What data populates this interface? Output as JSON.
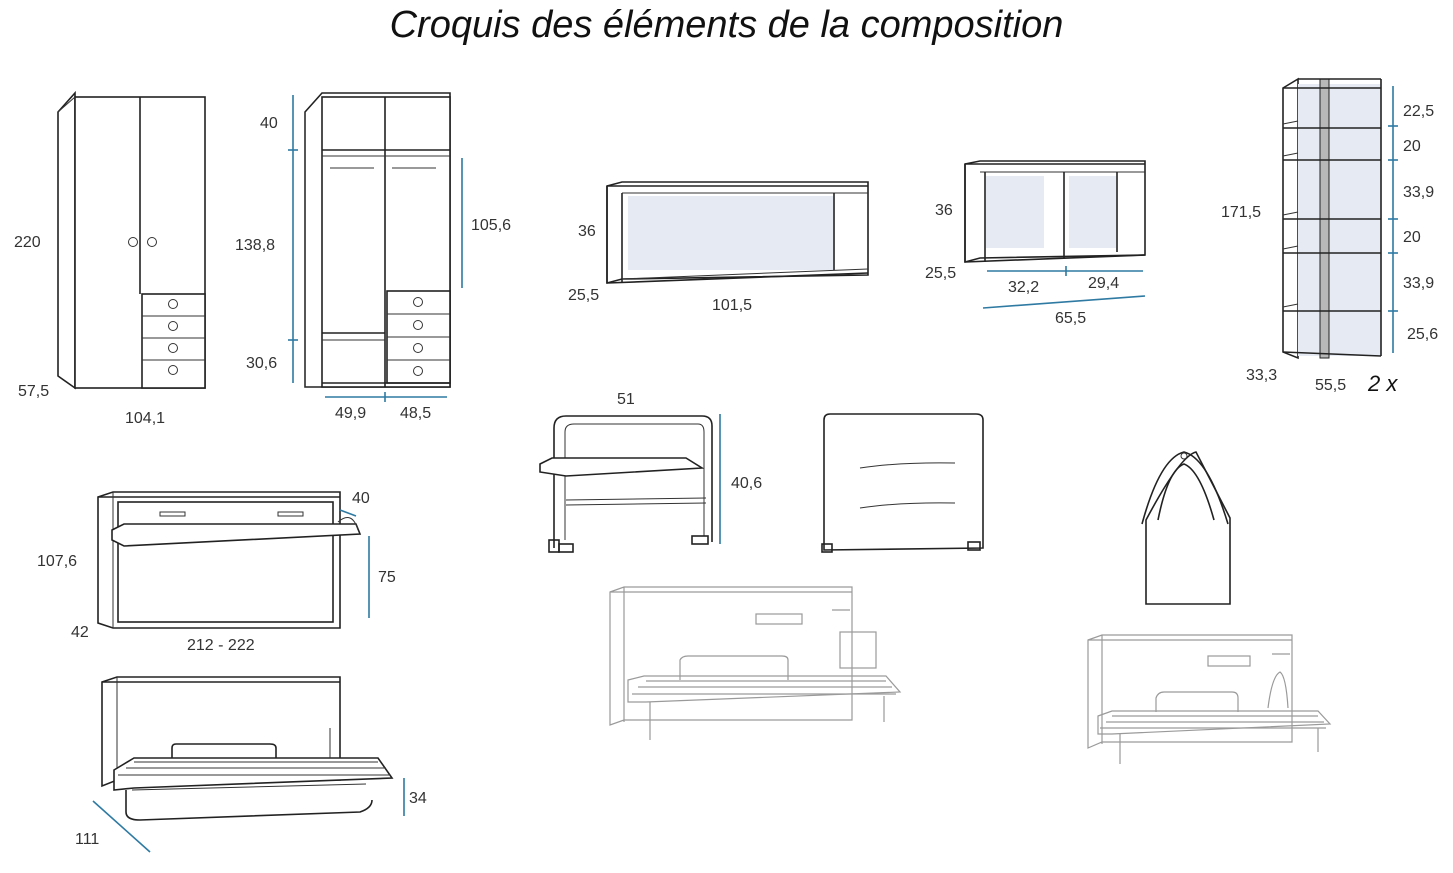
{
  "title": "Croquis des éléments de la composition",
  "colors": {
    "dimension_line": "#2e7aa3",
    "back_panel": "#e6eaf2",
    "outline": "#222222"
  },
  "wardrobe": {
    "height": "220",
    "depth": "57,5",
    "width": "104,1"
  },
  "wardrobe_interior": {
    "top": "40",
    "middle": "138,8",
    "bottom": "30,6",
    "hanging": "105,6",
    "width_left": "49,9",
    "width_right": "48,5"
  },
  "open_shelf": {
    "height": "36",
    "depth": "25,5",
    "width": "101,5"
  },
  "split_shelf": {
    "height": "36",
    "depth": "25,5",
    "width_left": "32,2",
    "width_right": "29,4",
    "width_total": "65,5"
  },
  "tall_shelving": {
    "height": "171,5",
    "depth": "33,3",
    "width": "55,5",
    "quantity": "2 x",
    "gaps": [
      "22,5",
      "20",
      "33,9",
      "20",
      "33,9",
      "25,6"
    ]
  },
  "folding_bed": {
    "height": "107,6",
    "depth": "42",
    "width": "212 - 222",
    "top_depth": "40",
    "desk_height": "75"
  },
  "bed_open": {
    "depth": "111",
    "height": "34"
  },
  "desk_frame": {
    "width": "51",
    "height": "40,6"
  }
}
